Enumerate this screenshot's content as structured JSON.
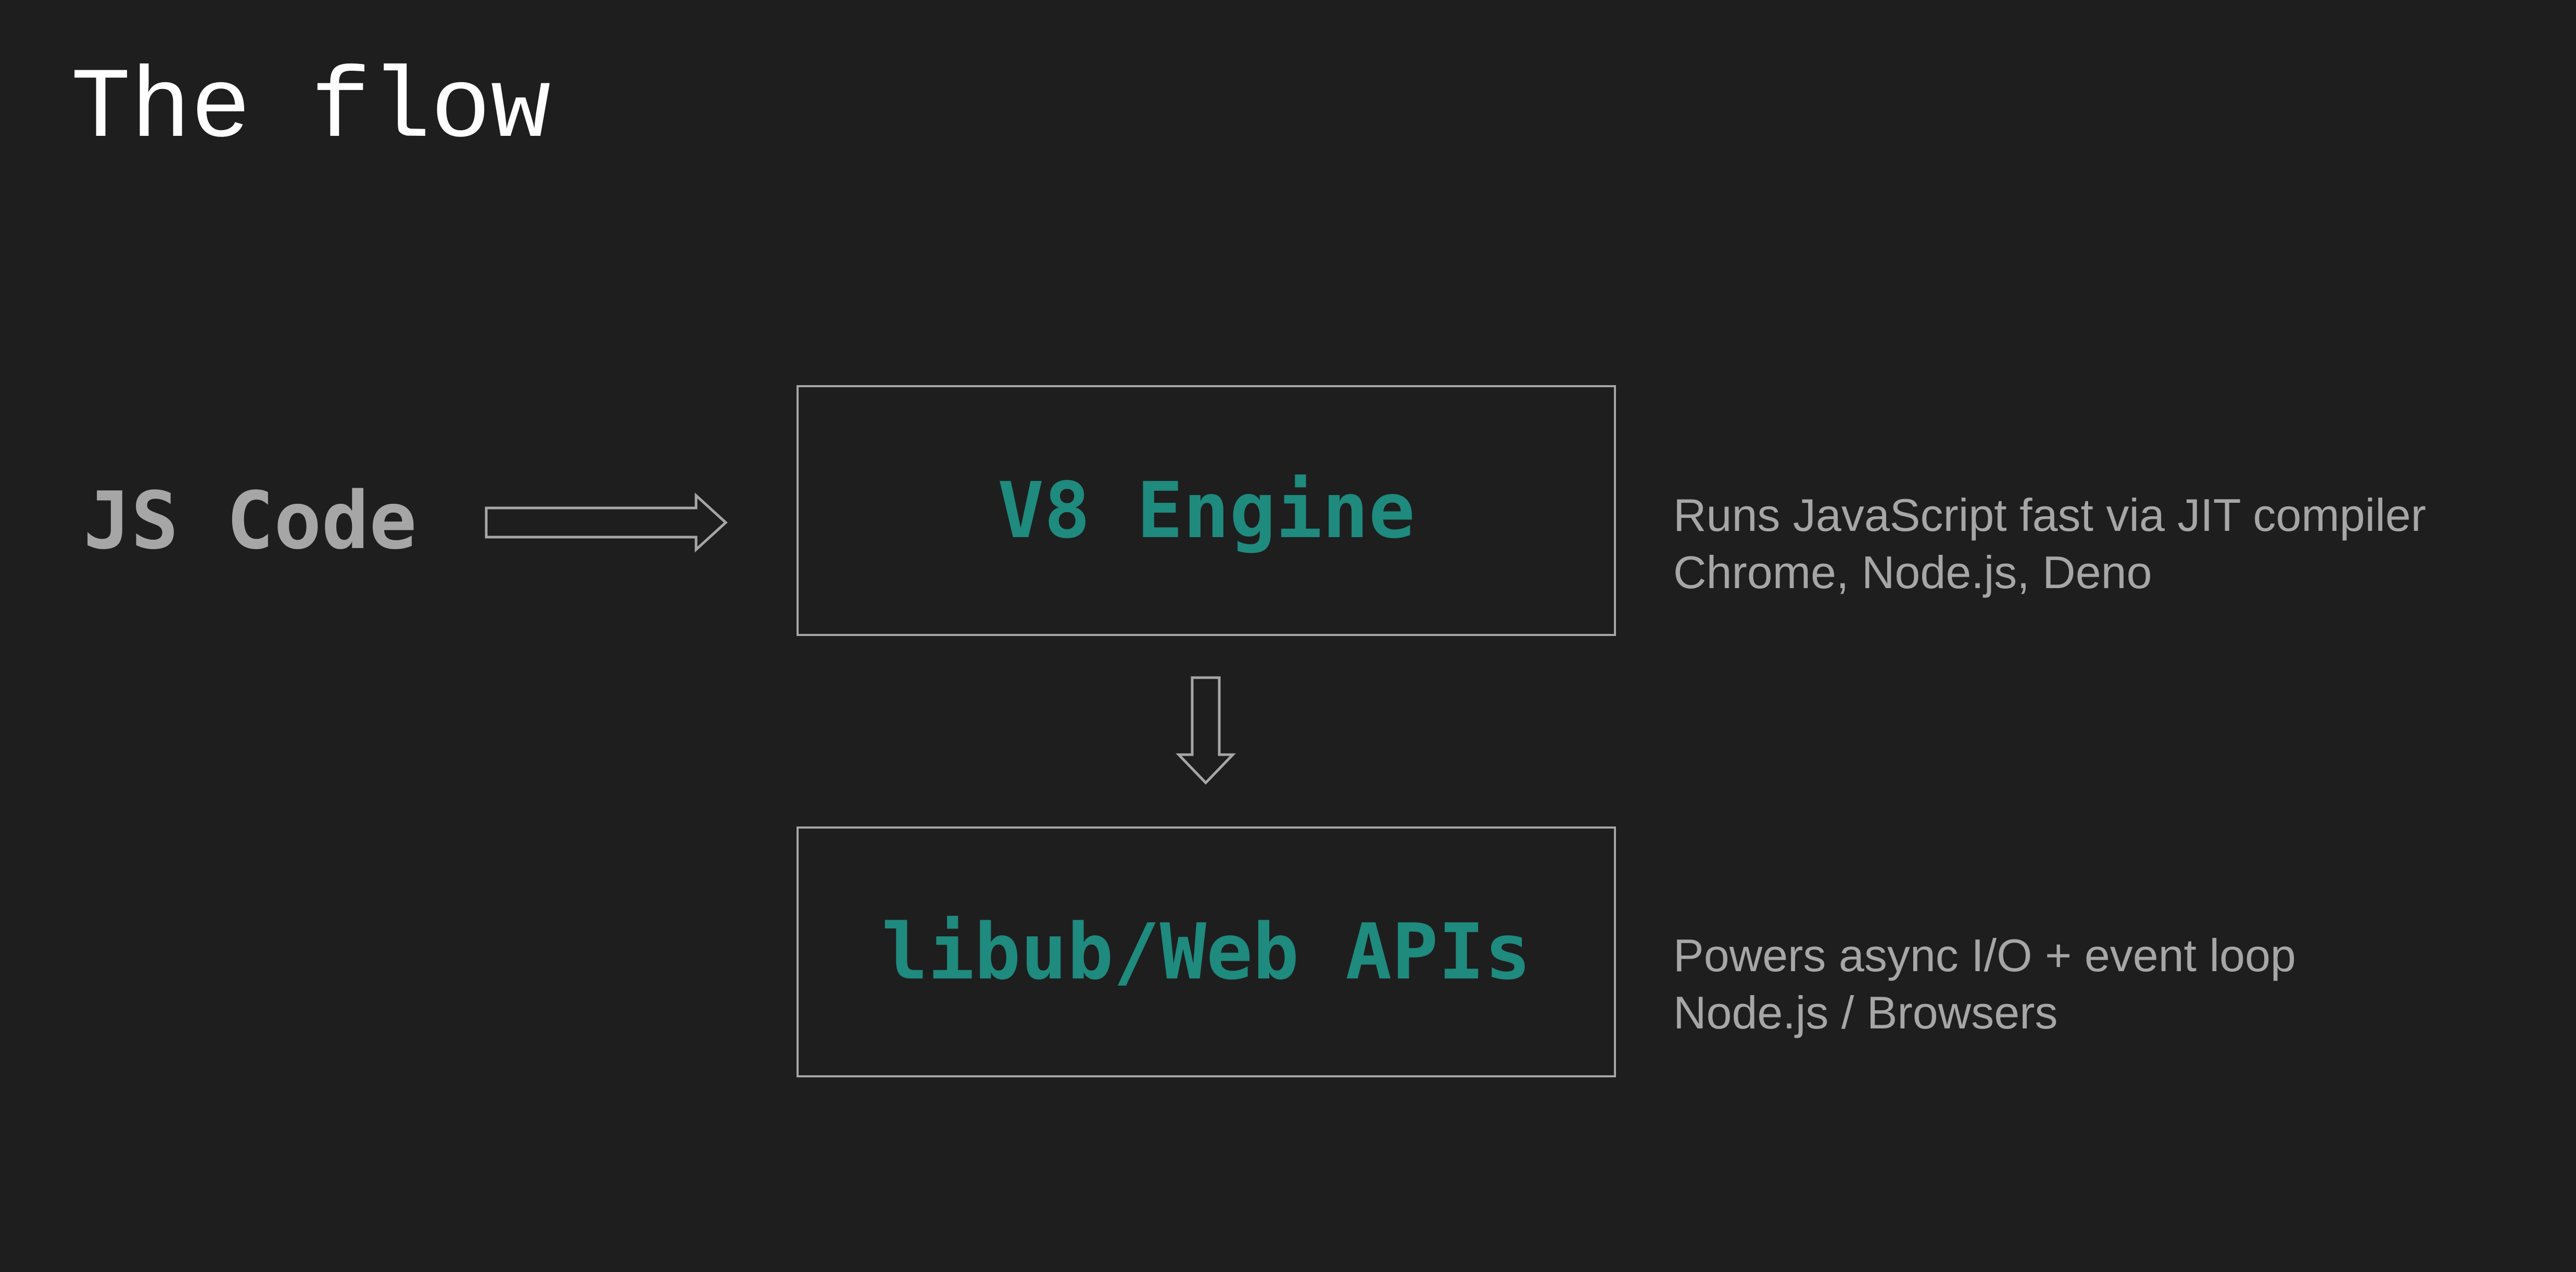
{
  "title": "The flow",
  "input_label": "JS Code",
  "nodes": [
    {
      "label": "V8 Engine",
      "description": [
        "Runs JavaScript fast via JIT compiler",
        "Chrome, Node.js, Deno"
      ]
    },
    {
      "label": "libub/Web APIs",
      "description": [
        "Powers async I/O + event loop",
        "Node.js / Browsers"
      ]
    }
  ],
  "colors": {
    "background": "#1e1e1e",
    "title": "#ffffff",
    "muted": "#a6a6a6",
    "accent": "#1f8a7e"
  },
  "icons": [
    "right-arrow-icon",
    "down-arrow-icon"
  ]
}
